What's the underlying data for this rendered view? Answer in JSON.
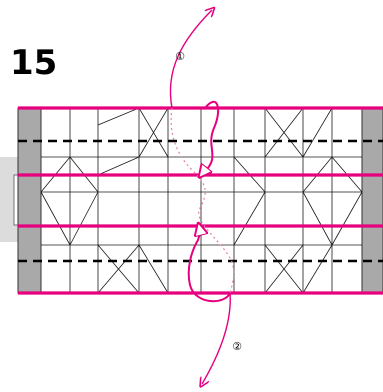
{
  "step": {
    "number": "15"
  },
  "annotations": [
    {
      "id": "fold-1",
      "label": "①"
    },
    {
      "id": "fold-2",
      "label": "②"
    }
  ],
  "colors": {
    "valley_fold": "#e6007e",
    "paper_edge": "#aaaaaa",
    "crease": "#1a1a1a",
    "hidden_path": "#e97cb0"
  }
}
